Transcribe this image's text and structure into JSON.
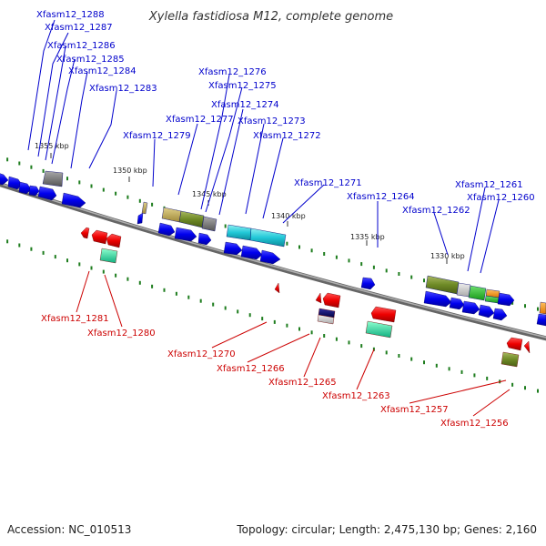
{
  "title": "Xylella fastidiosa M12, complete genome",
  "footer": {
    "accession": "Accession: NC_010513",
    "topology": "Topology: circular; Length: 2,475,130 bp; Genes: 2,160"
  },
  "colors": {
    "forward_label": "#0000cc",
    "reverse_label": "#cc0000",
    "backbone": "#777777",
    "dots": "#1e7d1e",
    "forward_gene": "#0000ee",
    "reverse_gene": "#ee0000"
  },
  "ticks": [
    "1355 kbp",
    "1350 kbp",
    "1345 kbp",
    "1340 kbp",
    "1335 kbp",
    "1330 kbp"
  ],
  "forward_labels": [
    "Xfasm12_1288",
    "Xfasm12_1287",
    "Xfasm12_1286",
    "Xfasm12_1285",
    "Xfasm12_1284",
    "Xfasm12_1283",
    "Xfasm12_1276",
    "Xfasm12_1275",
    "Xfasm12_1274",
    "Xfasm12_1277",
    "Xfasm12_1273",
    "Xfasm12_1279",
    "Xfasm12_1272",
    "Xfasm12_1271",
    "Xfasm12_1264",
    "Xfasm12_1261",
    "Xfasm12_1260",
    "Xfasm12_1262"
  ],
  "reverse_labels": [
    "Xfasm12_1281",
    "Xfasm12_1280",
    "Xfasm12_1270",
    "Xfasm12_1266",
    "Xfasm12_1265",
    "Xfasm12_1263",
    "Xfasm12_1257",
    "Xfasm12_1256"
  ]
}
